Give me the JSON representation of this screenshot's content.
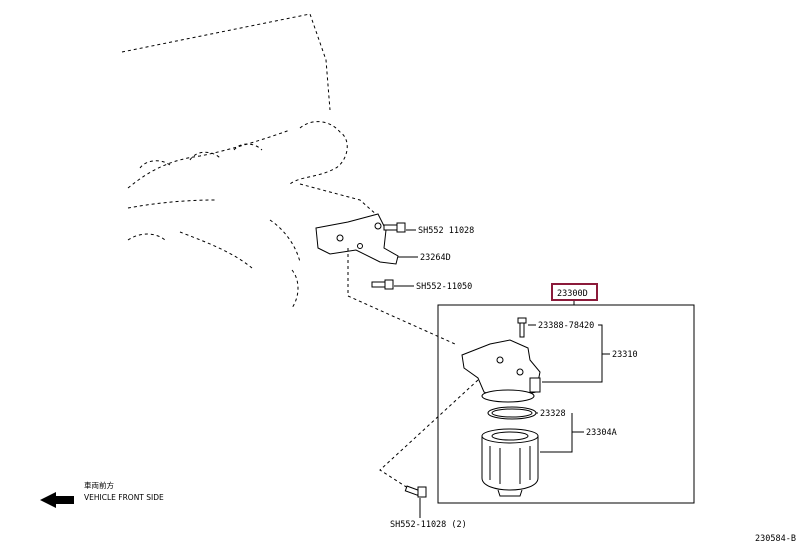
{
  "parts": {
    "bolt_top": "SH552 11028",
    "bracket": "23264D",
    "bolt_mid": "SH552-11050",
    "assembly": "23300D",
    "bolt_head": "23388-78420",
    "filter_head": "23310",
    "o_ring": "23328",
    "filter_cartridge": "23304A",
    "bolt_bottom": "SH552-11028 (2)"
  },
  "direction": {
    "label_jp": "車両前方",
    "label_en": "VEHICLE FRONT SIDE"
  },
  "figure_id": "230584-B",
  "colors": {
    "highlight_box": "#8b1a3a"
  }
}
